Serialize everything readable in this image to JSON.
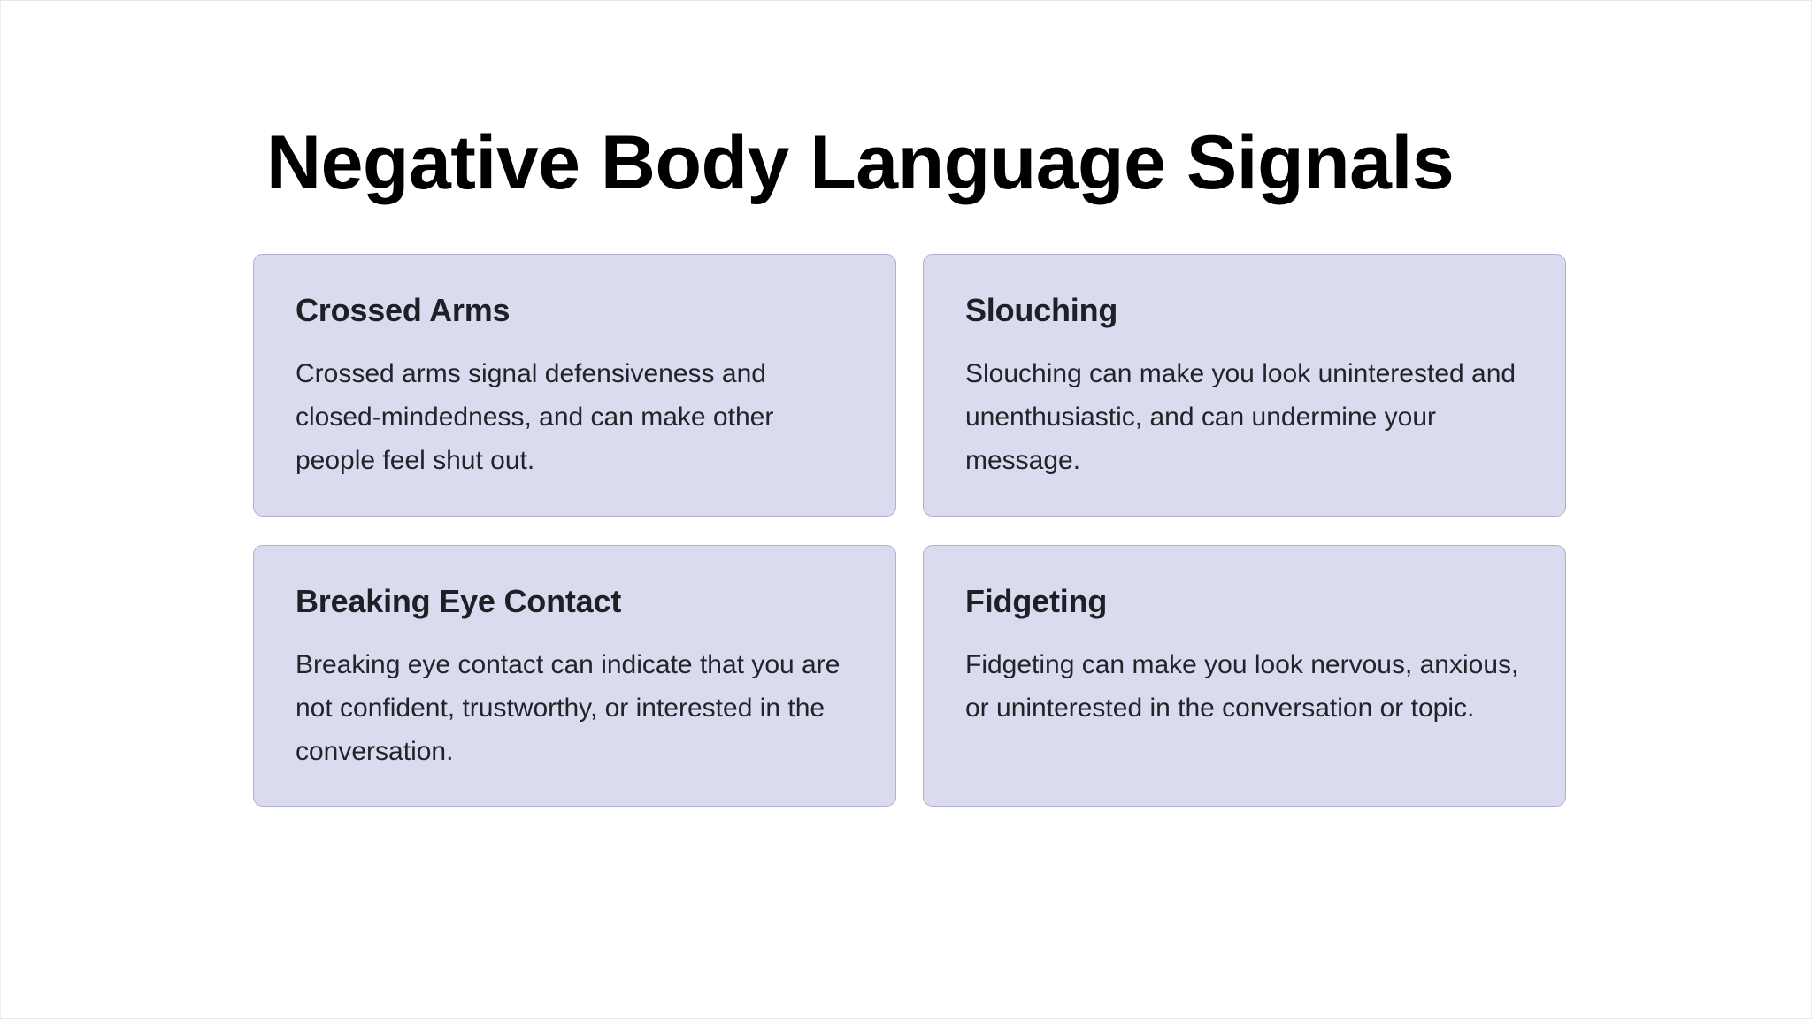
{
  "page": {
    "background_color": "#ffffff",
    "frame_color": "#ececee"
  },
  "header": {
    "title": "Negative Body Language Signals",
    "title_color": "#000000"
  },
  "theme": {
    "card_background": "#dadbee",
    "card_border": "#aeaed6",
    "card_title_color": "#1f1f26",
    "card_body_color": "#232329"
  },
  "main": {
    "cards": [
      {
        "id": "crossed-arms",
        "title": "Crossed Arms",
        "body": "Crossed arms signal defensiveness and closed-mindedness, and can make other people feel shut out."
      },
      {
        "id": "slouching",
        "title": "Slouching",
        "body": "Slouching can make you look uninterested and unenthusiastic, and can undermine your message."
      },
      {
        "id": "breaking-eye-contact",
        "title": "Breaking Eye Contact",
        "body": "Breaking eye contact can indicate that you are not confident, trustworthy, or interested in the conversation."
      },
      {
        "id": "fidgeting",
        "title": "Fidgeting",
        "body": "Fidgeting can make you look nervous, anxious, or uninterested in the conversation or topic."
      }
    ]
  }
}
